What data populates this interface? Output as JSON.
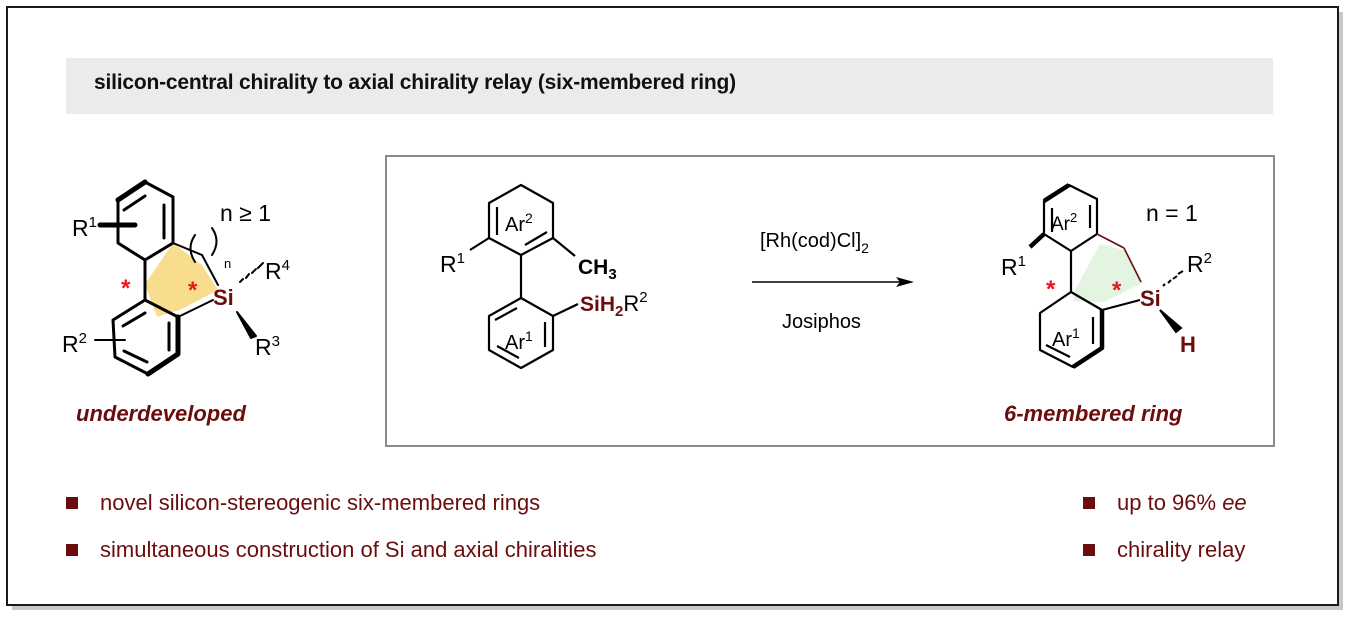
{
  "title": "silicon-central chirality to axial chirality relay (six-membered ring)",
  "left_structure": {
    "caption": "underdeveloped",
    "condition": "n ≥ 1",
    "subscript_n": "n",
    "substituents": [
      "R",
      "1",
      "R",
      "2",
      "R",
      "3",
      "R",
      "4"
    ],
    "si_label": "Si",
    "stereo_mark": "*",
    "ring_fill": "#f9dd8f"
  },
  "reaction": {
    "substrate": {
      "ar_upper": "Ar",
      "ar_upper_sup": "2",
      "ar_lower": "Ar",
      "ar_lower_sup": "1",
      "r1": "R",
      "r1_sup": "1",
      "methyl": "CH",
      "methyl_sub": "3",
      "silane_si": "SiH",
      "silane_sub": "2",
      "silane_r": "R",
      "silane_r_sup": "2"
    },
    "catalyst": "[Rh(cod)Cl]",
    "catalyst_sub": "2",
    "ligand": "Josiphos",
    "product": {
      "caption": "6-membered ring",
      "condition": "n = 1",
      "ar_upper": "Ar",
      "ar_upper_sup": "2",
      "ar_lower": "Ar",
      "ar_lower_sup": "1",
      "r1": "R",
      "r1_sup": "1",
      "r2": "R",
      "r2_sup": "2",
      "si_label": "Si",
      "h_label": "H",
      "stereo_mark": "*",
      "ring_fill": "#e3f5e0"
    }
  },
  "bullets_left": [
    "novel silicon-stereogenic six-membered rings",
    "simultaneous construction of Si and axial chiralities"
  ],
  "bullets_right": [
    {
      "text": "up to 96% ",
      "italic": "ee"
    },
    {
      "text": "chirality relay"
    }
  ],
  "colors": {
    "accent": "#6b0d0d",
    "star": "#e8171e",
    "banner": "#ebebeb"
  }
}
